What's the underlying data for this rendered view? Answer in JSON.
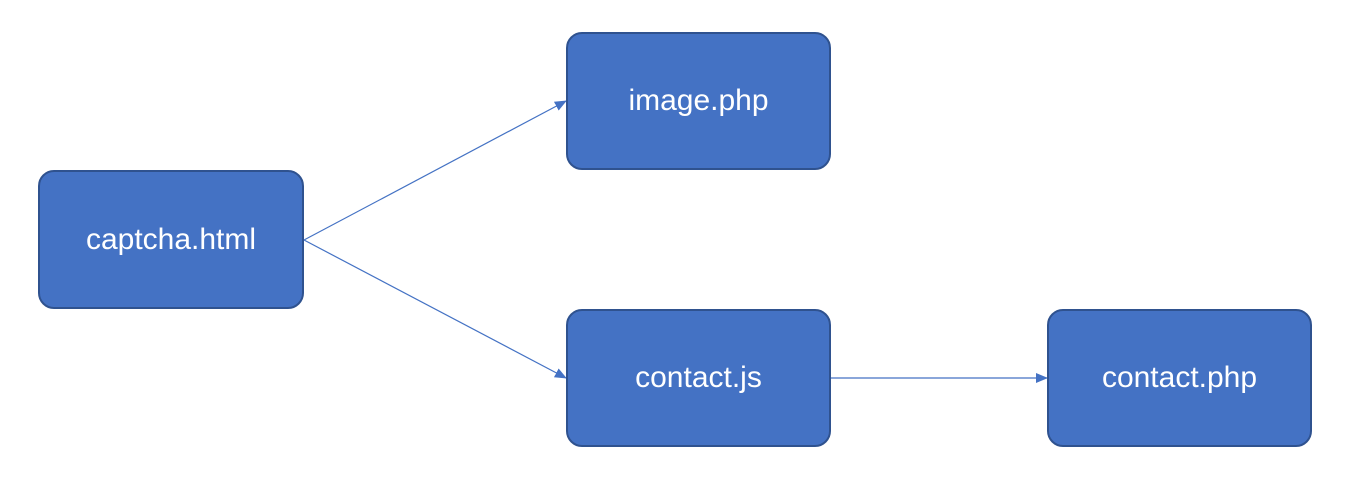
{
  "nodes": {
    "captcha_html": {
      "label": "captcha.html"
    },
    "image_php": {
      "label": "image.php"
    },
    "contact_js": {
      "label": "contact.js"
    },
    "contact_php": {
      "label": "contact.php"
    }
  },
  "edges": [
    {
      "from": "captcha.html",
      "to": "image.php"
    },
    {
      "from": "captcha.html",
      "to": "contact.js"
    },
    {
      "from": "contact.js",
      "to": "contact.php"
    }
  ],
  "colors": {
    "node_fill": "#4472c4",
    "node_border": "#2f528f",
    "node_text": "#ffffff",
    "edge": "#4472c4"
  }
}
